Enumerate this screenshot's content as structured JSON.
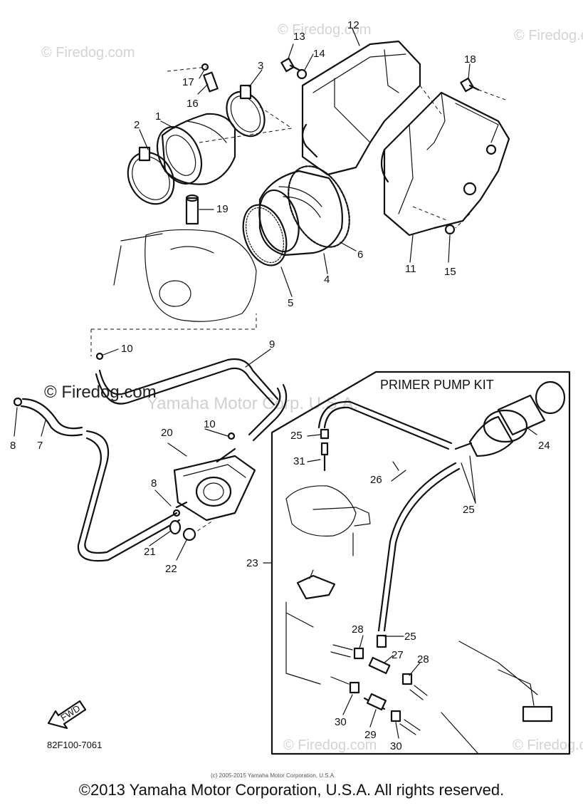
{
  "watermarks": {
    "firedog": "© Firedog.com",
    "yamaha": "Yamaha Motor Corp. U.S.A."
  },
  "kit_title": "PRIMER PUMP KIT",
  "diagram_code": "82F100-7061",
  "fwd_label": "FWD",
  "small_copyright": "(c) 2005-2015 Yamaha Motor Corporation, U.S.A.",
  "copyright": "©2013 Yamaha Motor Corporation, U.S.A. All rights reserved.",
  "callouts": {
    "c1": "1",
    "c2": "2",
    "c3": "3",
    "c4": "4",
    "c5": "5",
    "c6": "6",
    "c8a": "8",
    "c8b": "8",
    "c7": "7",
    "c9": "9",
    "c10a": "10",
    "c10b": "10",
    "c11": "11",
    "c12": "12",
    "c13": "13",
    "c14": "14",
    "c15": "15",
    "c16": "16",
    "c17": "17",
    "c18": "18",
    "c19": "19",
    "c20": "20",
    "c21": "21",
    "c22": "22",
    "c23": "23",
    "c24": "24",
    "c25a": "25",
    "c25b": "25",
    "c25c": "25",
    "c26": "26",
    "c27": "27",
    "c28a": "28",
    "c28b": "28",
    "c29": "29",
    "c30a": "30",
    "c30b": "30",
    "c31": "31"
  }
}
